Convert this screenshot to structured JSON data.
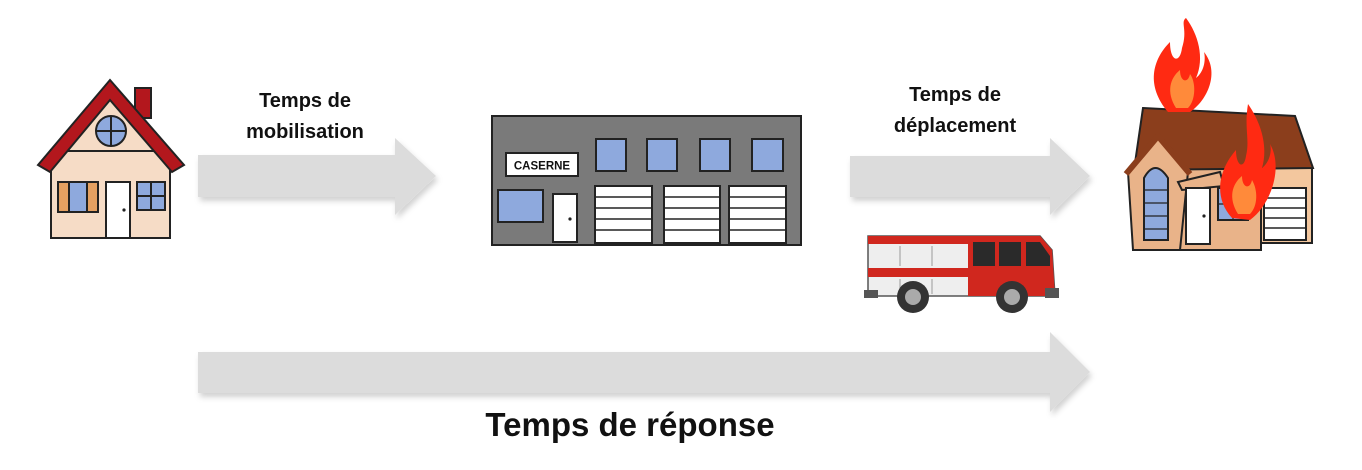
{
  "labels": {
    "mobilisation_line1": "Temps de",
    "mobilisation_line2": "mobilisation",
    "deplacement_line1": "Temps de",
    "deplacement_line2": "déplacement",
    "reponse": "Temps de réponse",
    "caserne_sign": "CASERNE"
  },
  "icons": {
    "origin": "house-icon",
    "station": "fire-station-icon",
    "truck": "fire-truck-icon",
    "destination": "burning-house-icon",
    "arrows": "arrow-right-icon"
  },
  "colors": {
    "arrow": "#dcdcdc",
    "roof_red": "#b3171d",
    "house_wall": "#f6dcc6",
    "window_blue": "#8ea9dd",
    "station_gray": "#7a7a7a",
    "brick": "#8b3e1c",
    "flame_red": "#ff2a12",
    "truck_red": "#d0271e"
  }
}
